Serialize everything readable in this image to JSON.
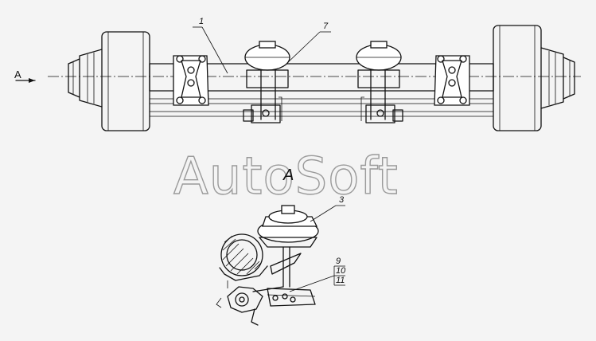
{
  "watermark": "AutoSoft",
  "view": {
    "direction_label": "A",
    "section_label": "A"
  },
  "callouts": {
    "main": [
      "1",
      "7"
    ],
    "detail": [
      "3",
      "9",
      "10",
      "11"
    ]
  }
}
